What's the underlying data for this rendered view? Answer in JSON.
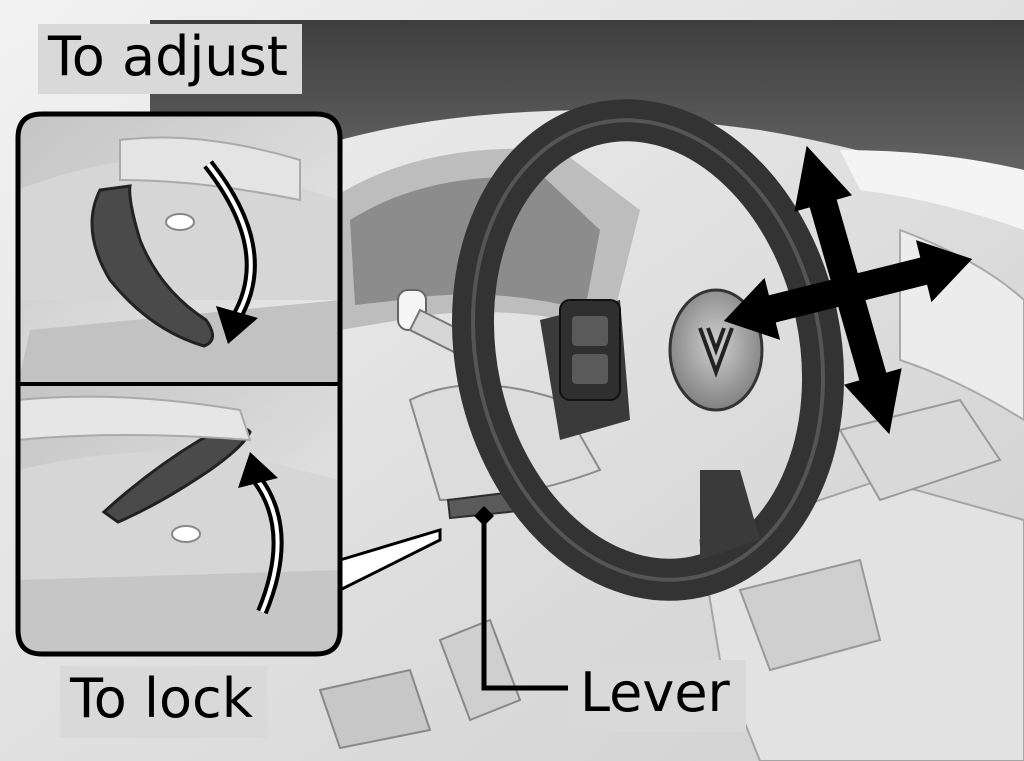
{
  "labels": {
    "to_adjust": "To adjust",
    "to_lock": "To lock",
    "lever": "Lever"
  },
  "colors": {
    "background": "#d8d8d8",
    "dashboard_dark": "#4a4a4a",
    "interior_light": "#e6e6e6",
    "wheel": "#333333",
    "arrow": "#000000",
    "label_box": "#d9d9d9",
    "inset_border": "#000000"
  },
  "icons": {
    "wheel": "steering-wheel-icon",
    "adjust_directions": "four-way-arrow-icon",
    "rotate_down": "curved-arrow-down-icon",
    "rotate_up": "curved-arrow-up-icon"
  }
}
